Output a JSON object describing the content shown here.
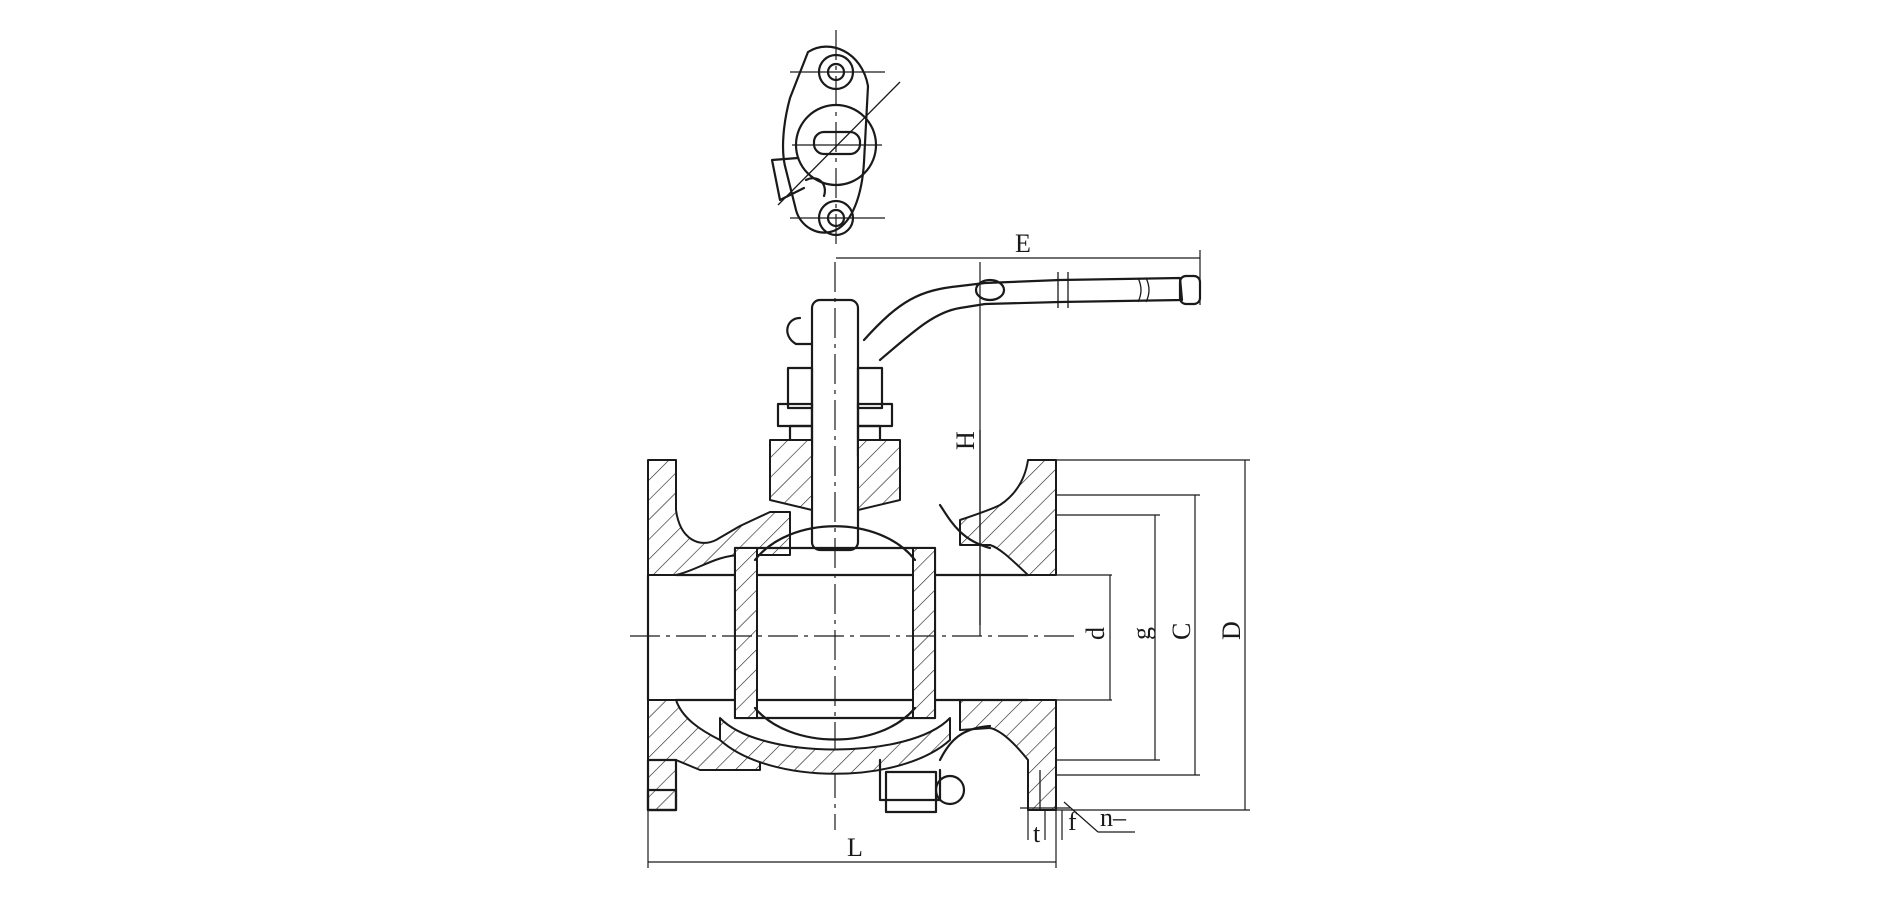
{
  "diagram": {
    "labels": {
      "E": "E",
      "H": "H",
      "d": "d",
      "g": "g",
      "C": "C",
      "D": "D",
      "L": "L",
      "t": "t",
      "f": "f",
      "n": "n–"
    },
    "colors": {
      "line": "#1a1a1a",
      "background": "#ffffff"
    }
  }
}
